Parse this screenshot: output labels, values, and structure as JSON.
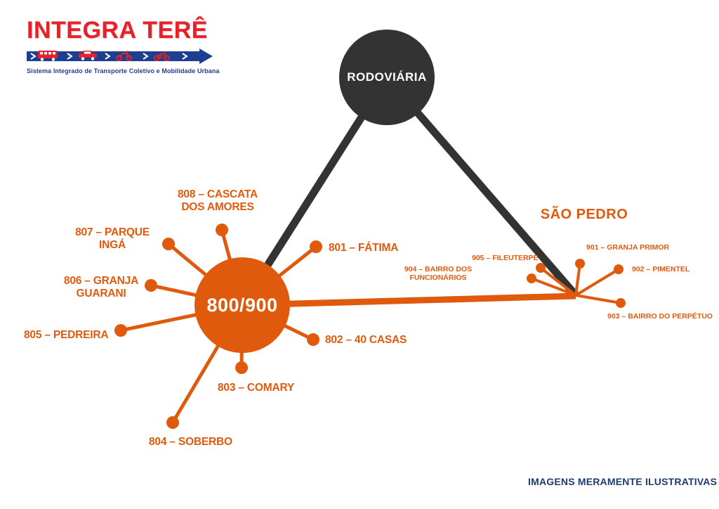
{
  "logo": {
    "title": "INTEGRA TERÊ",
    "subtitle": "Sistema Integrado de Transporte Coletivo e Mobilidade Urbana",
    "vehicle_icons": [
      "bus",
      "car",
      "motorcycle",
      "bicycle"
    ]
  },
  "colors": {
    "orange": "#E05A0E",
    "dark_node": "#333333",
    "logo_red": "#E62129",
    "logo_blue": "#1D3F91",
    "footer_navy": "#1F3C70"
  },
  "nodes": {
    "rodoviaria": "RODOVIÁRIA",
    "hub": "800/900",
    "saopedro": "SÃO PEDRO"
  },
  "hub_stations": [
    {
      "id": "801",
      "label": "801 – FÁTIMA"
    },
    {
      "id": "802",
      "label": "802 – 40 CASAS"
    },
    {
      "id": "803",
      "label": "803 – COMARY"
    },
    {
      "id": "804",
      "label": "804 – SOBERBO"
    },
    {
      "id": "805",
      "label": "805 – PEDREIRA"
    },
    {
      "id": "806",
      "label": "806 – GRANJA\nGUARANI"
    },
    {
      "id": "807",
      "label": "807 – PARQUE\nINGÁ"
    },
    {
      "id": "808",
      "label": "808 – CASCATA\nDOS AMORES"
    }
  ],
  "saopedro_stations": [
    {
      "id": "901",
      "label": "901 – GRANJA PRIMOR"
    },
    {
      "id": "902",
      "label": "902 – PIMENTEL"
    },
    {
      "id": "903",
      "label": "903 – BAIRRO DO PERPÉTUO"
    },
    {
      "id": "904",
      "label": "904 – BAIRRO DOS\nFUNCIONÁRIOS"
    },
    {
      "id": "905",
      "label": "905 – FILEUTERPE"
    }
  ],
  "footer": "IMAGENS MERAMENTE ILUSTRATIVAS"
}
